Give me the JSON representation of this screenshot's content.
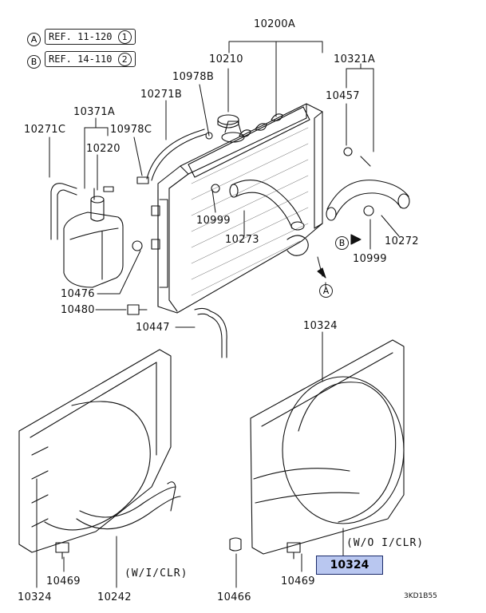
{
  "refs": [
    {
      "letter": "A",
      "text": "REF. 11-120",
      "num": "1"
    },
    {
      "letter": "B",
      "text": "REF. 14-110",
      "num": "2"
    }
  ],
  "markers": {
    "a": "A",
    "b": "B"
  },
  "labels": {
    "p10200A": "10200A",
    "p10210": "10210",
    "p10321A": "10321A",
    "p10978B": "10978B",
    "p10271B": "10271B",
    "p10457": "10457",
    "p10371A": "10371A",
    "p10271C": "10271C",
    "p10978C": "10978C",
    "p10220": "10220",
    "p10999a": "10999",
    "p10273": "10273",
    "p10272": "10272",
    "p10999b": "10999",
    "p10476": "10476",
    "p10480": "10480",
    "p10447": "10447",
    "p10324top": "10324",
    "p10469a": "10469",
    "p10324left": "10324",
    "p10242": "10242",
    "p10466": "10466",
    "p10469b": "10469"
  },
  "highlighted_part": "10324",
  "notes": {
    "with_clr": "(W/I/CLR)",
    "without_clr": "(W/O I/CLR)"
  },
  "diagram_code": "3KD1B55"
}
